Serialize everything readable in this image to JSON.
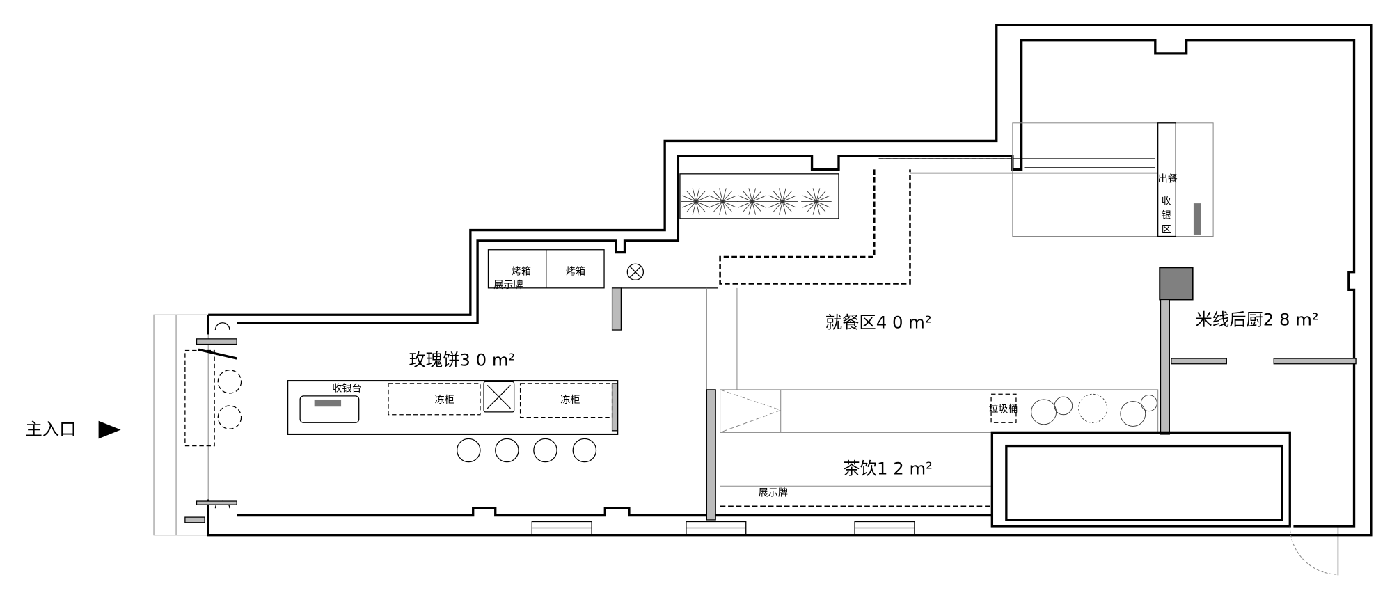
{
  "entrance": {
    "label": "主入口"
  },
  "rooms": {
    "rose_cake": {
      "name": "玫瑰饼3 0 m²"
    },
    "dining": {
      "name": "就餐区4 0 m²"
    },
    "kitchen": {
      "name": "米线后厨2 8 m²"
    },
    "tea": {
      "name": "茶饮1 2 m²"
    }
  },
  "fixtures": {
    "cashier": "收银台",
    "freezer_1": "冻柜",
    "freezer_2": "冻柜",
    "oven_1": "烤箱",
    "oven_2": "烤箱",
    "display_board_1": "展示牌",
    "display_board_2": "展示牌",
    "trash_bin": "垃圾桶",
    "serving": "出餐",
    "cashier_area": [
      "收",
      "银",
      "区"
    ]
  },
  "colors": {
    "wall": "#000000",
    "column": "#808080",
    "hatch": "#bbbbbb"
  }
}
